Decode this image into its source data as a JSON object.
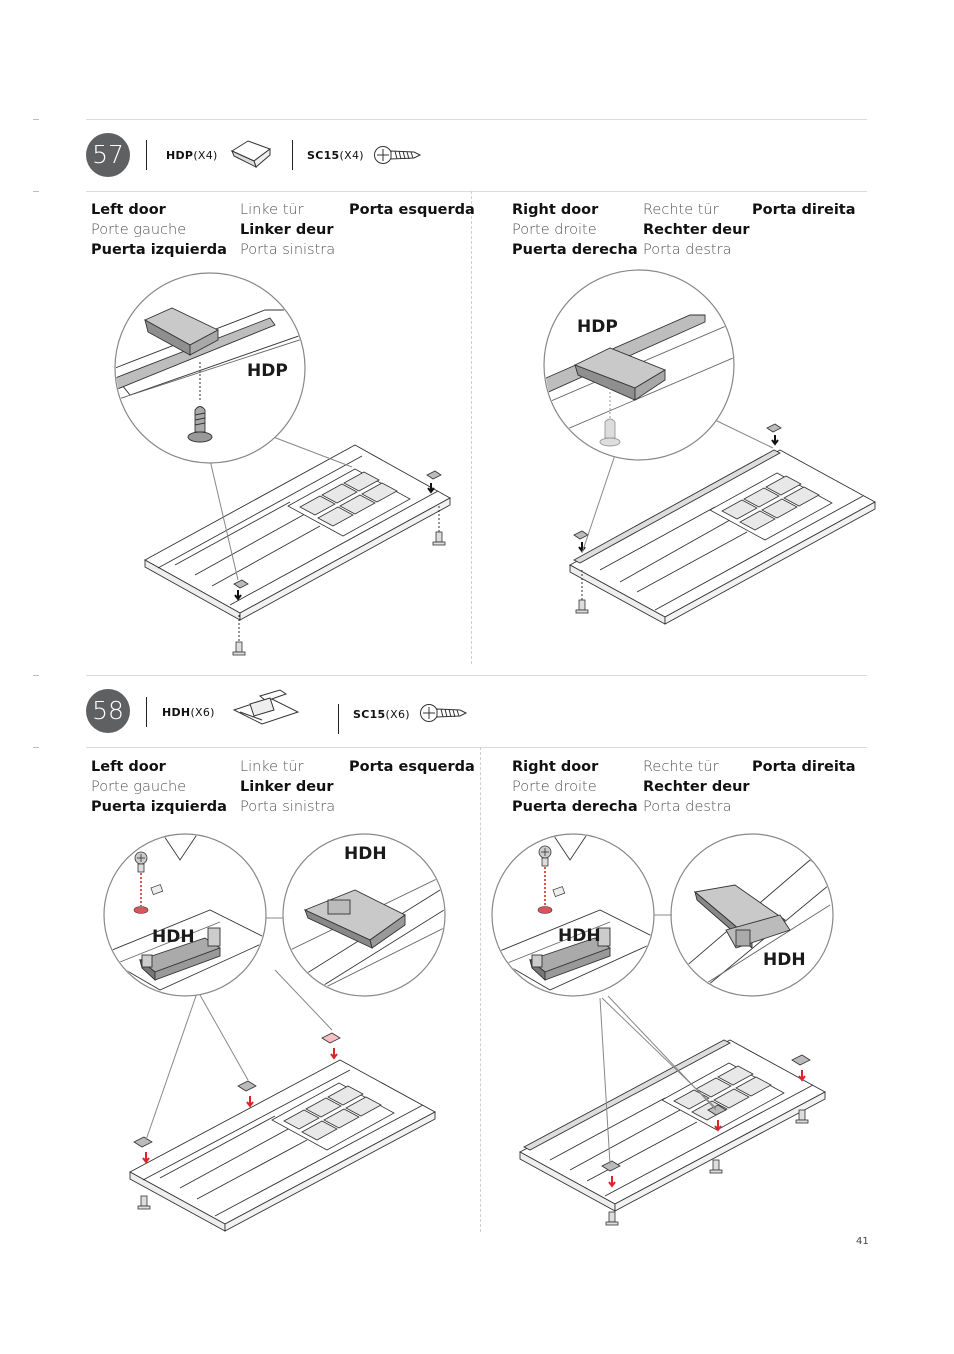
{
  "page_number": "41",
  "steps": [
    {
      "number": "57",
      "parts": [
        {
          "code": "HDP",
          "qty": "(X4)",
          "icon": "hinge-pin-part-icon"
        },
        {
          "code": "SC15",
          "qty": "(X4)",
          "icon": "screw-icon"
        }
      ],
      "left": {
        "col1": [
          "Left door",
          "Porte gauche",
          "Puerta izquierda"
        ],
        "col2": [
          "Linke tür",
          "Linker deur",
          "Porta sinistra"
        ],
        "col3": [
          "Porta esquerda"
        ],
        "callout": "HDP"
      },
      "right": {
        "col1": [
          "Right door",
          "Porte droite",
          "Puerta derecha"
        ],
        "col2": [
          "Rechte tür",
          "Rechter deur",
          "Porta destra"
        ],
        "col3": [
          "Porta direita"
        ],
        "callout": "HDP"
      }
    },
    {
      "number": "58",
      "parts": [
        {
          "code": "HDH",
          "qty": "(X6)",
          "icon": "hinge-bracket-part-icon"
        },
        {
          "code": "SC15",
          "qty": "(X6)",
          "icon": "screw-icon"
        }
      ],
      "left": {
        "col1": [
          "Left door",
          "Porte gauche",
          "Puerta izquierda"
        ],
        "col2": [
          "Linke tür",
          "Linker deur",
          "Porta sinistra"
        ],
        "col3": [
          "Porta esquerda"
        ],
        "callout_a": "HDH",
        "callout_b": "HDH"
      },
      "right": {
        "col1": [
          "Right door",
          "Porte droite",
          "Puerta derecha"
        ],
        "col2": [
          "Rechte tür",
          "Rechter deur",
          "Porta destra"
        ],
        "col3": [
          "Porta direita"
        ],
        "callout_a": "HDH",
        "callout_b": "HDH"
      }
    }
  ],
  "colors": {
    "accent_red": "#e0222a",
    "step_circle": "#5f6062"
  }
}
